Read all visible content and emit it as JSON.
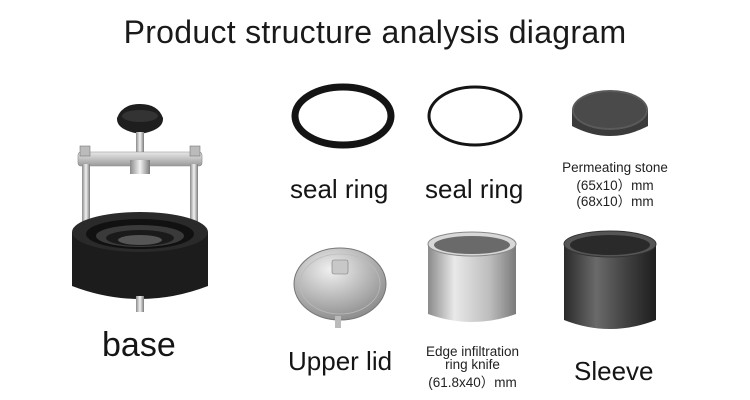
{
  "title": "Product structure analysis diagram",
  "labels": {
    "base": "base",
    "seal_ring_1": "seal ring",
    "seal_ring_2": "seal ring",
    "permeating_stone": "Permeating stone",
    "stone_size_1": "(65x10）mm",
    "stone_size_2": "(68x10）mm",
    "upper_lid": "Upper lid",
    "ring_knife_line1": "Edge infiltration",
    "ring_knife_line2": "ring knife",
    "ring_knife_size": "(61.8x40）mm",
    "sleeve": "Sleeve"
  }
}
